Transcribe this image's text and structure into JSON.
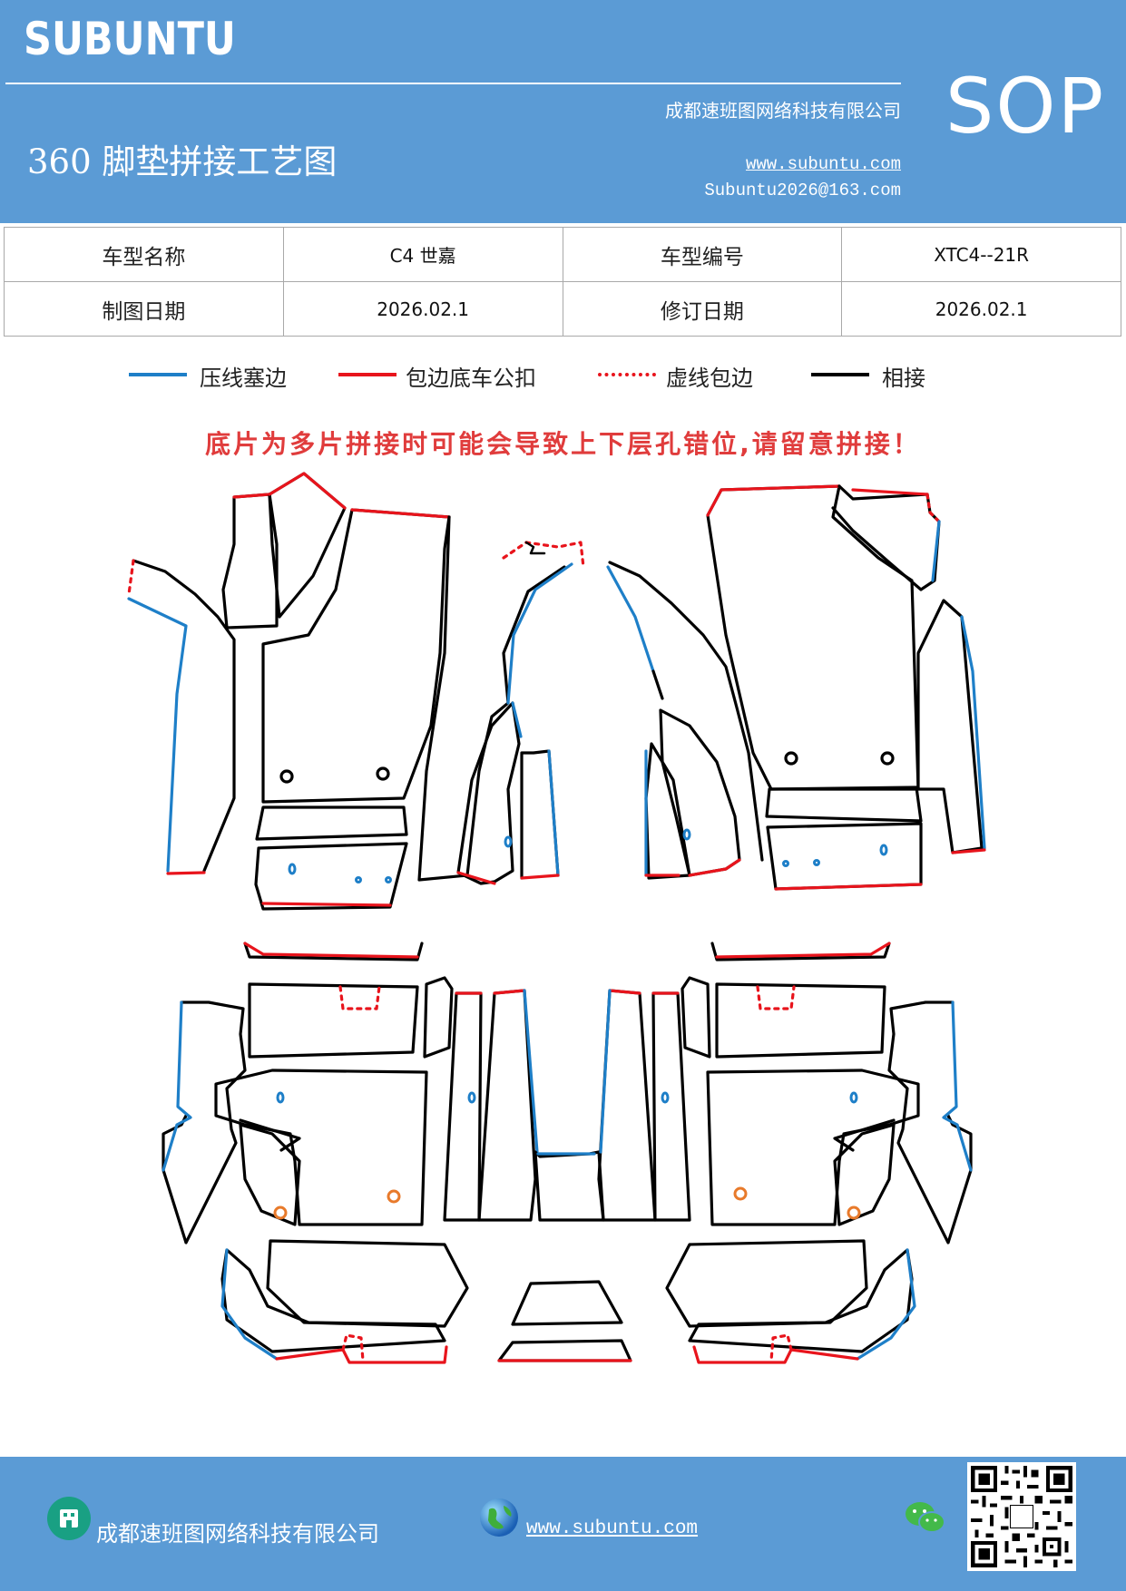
{
  "header": {
    "brand": "SUBUNTU",
    "doc_type": "SOP",
    "title": "360 脚垫拼接工艺图",
    "company": "成都速班图网络科技有限公司",
    "website": "www.subuntu.com",
    "email": "Subuntu2026@163.com"
  },
  "info_table": {
    "model_name_label": "车型名称",
    "model_name_value": "C4 世嘉",
    "model_code_label": "车型编号",
    "model_code_value": "XTC4--21R",
    "draw_date_label": "制图日期",
    "draw_date_value": "2026.02.1",
    "revise_date_label": "修订日期",
    "revise_date_value": "2026.02.1"
  },
  "legend": [
    {
      "label": "压线塞边",
      "color": "#1e7fc8",
      "style": "solid"
    },
    {
      "label": "包边底车公扣",
      "color": "#e8141c",
      "style": "solid"
    },
    {
      "label": "虚线包边",
      "color": "#e8141c",
      "style": "dotted"
    },
    {
      "label": "相接",
      "color": "#000000",
      "style": "solid"
    }
  ],
  "warning": "底片为多片拼接时可能会导致上下层孔错位,请留意拼接！",
  "footer": {
    "company": "成都速班图网络科技有限公司",
    "website": "www.subuntu.com",
    "icons": [
      "building-icon",
      "globe-icon",
      "wechat-icon",
      "qr-code"
    ]
  },
  "colors": {
    "header_bg": "#5b9bd5",
    "blue_line": "#1e7fc8",
    "red_line": "#e8141c",
    "black_line": "#000000",
    "orange_hole": "#e87a2b"
  }
}
